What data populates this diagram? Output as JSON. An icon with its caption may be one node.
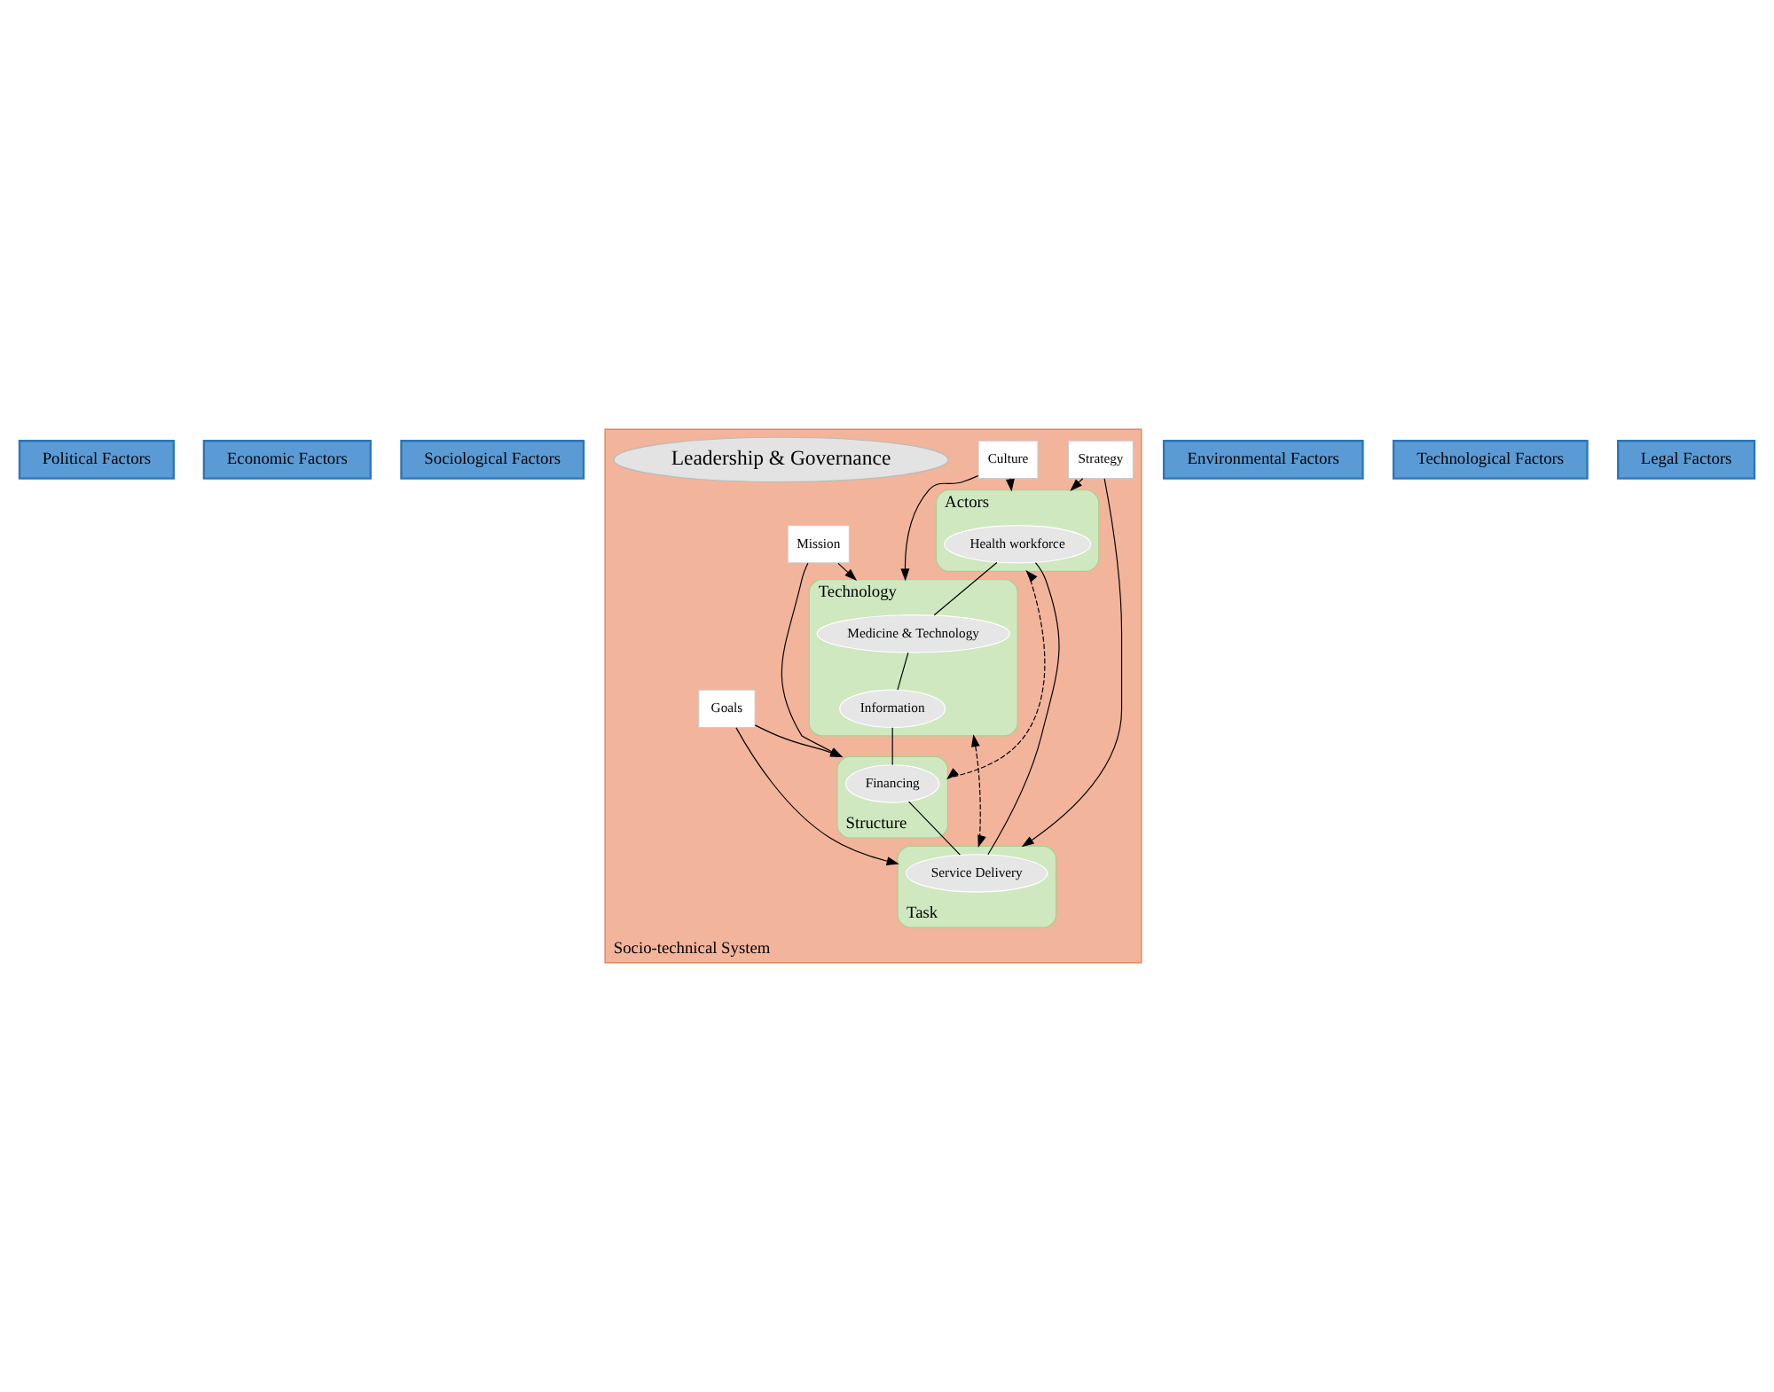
{
  "diagram": {
    "nodes": [
      {
        "text": [
          "Political Factors"
        ]
      },
      {
        "text": [
          "Economic Factors"
        ]
      },
      {
        "text": [
          "Sociological Factors"
        ]
      },
      {
        "text": [
          "Socio-technical System"
        ]
      },
      {
        "text": [
          "Actors"
        ],
        "in": 3
      },
      {
        "text": [
          "Health workforce"
        ],
        "in": 4
      },
      {
        "text": [
          "Culture"
        ],
        "in": 3
      },
      {
        "text": [
          "Strategy"
        ],
        "in": 3
      },
      {
        "text": [
          "Technology"
        ],
        "in": 3
      },
      {
        "text": [
          "Medicine & Technology"
        ],
        "in": 8
      },
      {
        "text": [
          "Information"
        ],
        "in": 8
      },
      {
        "text": [
          "Leadership & Governance"
        ],
        "in": 3
      },
      {
        "text": [
          "Task"
        ],
        "in": 3
      },
      {
        "text": [
          "Service Delivery"
        ],
        "in": 12
      },
      {
        "text": [
          "Mission"
        ],
        "in": 3
      },
      {
        "text": [
          "Goals"
        ],
        "in": 3
      },
      {
        "text": [
          "Structure"
        ],
        "in": 3
      },
      {
        "text": [
          "Financing"
        ],
        "in": 16
      },
      {
        "text": [
          "Environmental Factors"
        ]
      },
      {
        "text": [
          "Technological Factors"
        ]
      },
      {
        "text": [
          "Legal Factors"
        ]
      }
    ],
    "edges": [
      {
        "from": 6,
        "to": 4,
        "arrow": "to"
      },
      {
        "from": 6,
        "to": 8,
        "arrow": "to"
      },
      {
        "from": 7,
        "to": 4,
        "arrow": "to"
      },
      {
        "from": 7,
        "to": 12,
        "arrow": "to"
      },
      {
        "from": 14,
        "to": 8,
        "arrow": "to"
      },
      {
        "from": 14,
        "to": 16,
        "arrow": "to"
      },
      {
        "from": 15,
        "to": 12,
        "arrow": "to"
      },
      {
        "from": 15,
        "to": 16,
        "arrow": "to"
      },
      {
        "from": 4,
        "to": 16,
        "arrow": "both",
        "style": "dashed"
      },
      {
        "from": 8,
        "to": 12,
        "arrow": "both",
        "style": "dashed"
      },
      {
        "from": 5,
        "to": 9,
        "arrow": "none"
      },
      {
        "from": 5,
        "to": 13,
        "arrow": "none"
      },
      {
        "from": 9,
        "to": 10,
        "arrow": "none"
      },
      {
        "from": 10,
        "to": 17,
        "arrow": "none"
      },
      {
        "from": 17,
        "to": 13,
        "arrow": "none"
      }
    ]
  }
}
